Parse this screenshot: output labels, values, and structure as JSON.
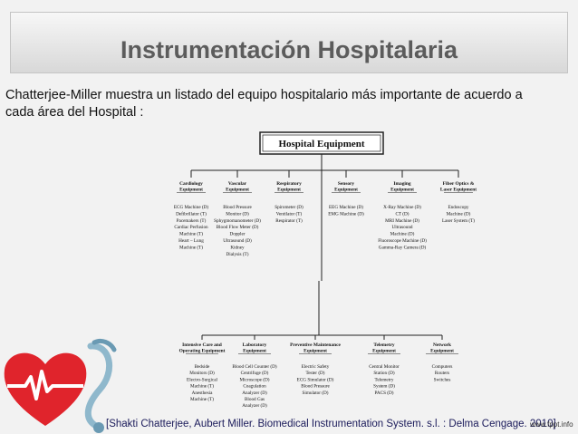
{
  "slide": {
    "title": "Instrumentación Hospitalaria",
    "intro": "Chatterjee-Miller muestra un listado del equipo hospitalario más importante de acuerdo a cada área del Hospital :",
    "reference": "[Shakti Chatterjee, Aubert Miller. Biomedical Instrumentation System. s.l. : Delma Cengage. 2010]",
    "site": "www.fppt.info"
  },
  "diagram": {
    "root": "Hospital Equipment",
    "top_row": [
      {
        "title": [
          "Cardiology",
          "Equipment"
        ],
        "items": [
          "ECG Machine (D)",
          "Defibrillator (T)",
          "Pacemakers (T)",
          "Cardiac Perfusion",
          "Machine (T)",
          "Heart – Lung",
          "Machine (T)"
        ]
      },
      {
        "title": [
          "Vascular",
          "Equipment"
        ],
        "items": [
          "Blood Pressure",
          "Monitor (D)",
          "Sphygmomanometer (D)",
          "Blood Flow Meter (D)",
          "Doppler",
          "Ultrasound (D)",
          "Kidney",
          "Dialysis (T)"
        ]
      },
      {
        "title": [
          "Respiratory",
          "Equipment"
        ],
        "items": [
          "Spirometer (D)",
          "Ventilator (T)",
          "Respirator (T)"
        ]
      },
      {
        "title": [
          "Sensory",
          "Equipment"
        ],
        "items": [
          "EEG Machine (D)",
          "EMG Machine (D)"
        ]
      },
      {
        "title": [
          "Imaging",
          "Equipment"
        ],
        "items": [
          "X-Ray Machine (D)",
          "CT (D)",
          "MRI Machine (D)",
          "Ultrasound",
          "Machine (D)",
          "Fluoroscope Machine (D)",
          "Gamma-Ray Camera (D)"
        ]
      },
      {
        "title": [
          "Fiber Optics &",
          "Laser Equipment"
        ],
        "items": [
          "Endoscopy",
          "Machine (D)",
          "Laser System (T)"
        ]
      }
    ],
    "bottom_row": [
      {
        "title": [
          "Intensive Care and",
          "Operating Equipment"
        ],
        "items": [
          "Bedside",
          "Monitors (D)",
          "Electro-Surgical",
          "Machine (T)",
          "Anesthesia",
          "Machine (T)"
        ]
      },
      {
        "title": [
          "Laboratory",
          "Equipment"
        ],
        "items": [
          "Blood Cell Counter (D)",
          "Centrifuge (D)",
          "Microscope (D)",
          "Coagulation",
          "Analyzer (D)",
          "Blood Gas",
          "Analyzer (D)"
        ]
      },
      {
        "title": [
          "Preventive Maintenance",
          "Equipment"
        ],
        "items": [
          "Electric Safety",
          "Tester (D)",
          "ECG Simulator (D)",
          "Blood Pressure",
          "Simulator (D)"
        ]
      },
      {
        "title": [
          "Telemetry",
          "Equipment"
        ],
        "items": [
          "Central Monitor",
          "Station (D)",
          "Telemetry",
          "System (D)",
          "PACS (D)"
        ]
      },
      {
        "title": [
          "Network",
          "Equipment"
        ],
        "items": [
          "Computers",
          "Routers",
          "Switches"
        ]
      }
    ]
  },
  "colors": {
    "title_text": "#5c5c5c",
    "heart": "#e0242c",
    "stethoscope": "#8fb8cc"
  }
}
